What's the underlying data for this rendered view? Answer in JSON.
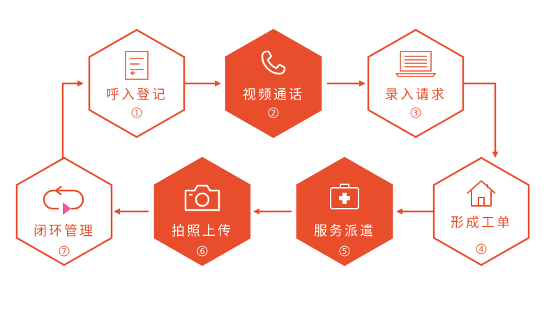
{
  "colors": {
    "accent": "#E84E2C",
    "white": "#FFFFFF",
    "pink": "#F0569A"
  },
  "steps": [
    {
      "label": "呼入登记",
      "number": "1",
      "style": "outline",
      "icon": "form-enter-icon"
    },
    {
      "label": "视频通话",
      "number": "2",
      "style": "filled",
      "icon": "phone-icon"
    },
    {
      "label": "录入请求",
      "number": "3",
      "style": "outline",
      "icon": "laptop-icon"
    },
    {
      "label": "形成工单",
      "number": "4",
      "style": "outline",
      "icon": "house-icon"
    },
    {
      "label": "服务派遣",
      "number": "5",
      "style": "filled",
      "icon": "medical-kit-icon"
    },
    {
      "label": "拍照上传",
      "number": "6",
      "style": "filled",
      "icon": "camera-icon"
    },
    {
      "label": "闭环管理",
      "number": "7",
      "style": "outline",
      "icon": "loop-icon"
    }
  ]
}
